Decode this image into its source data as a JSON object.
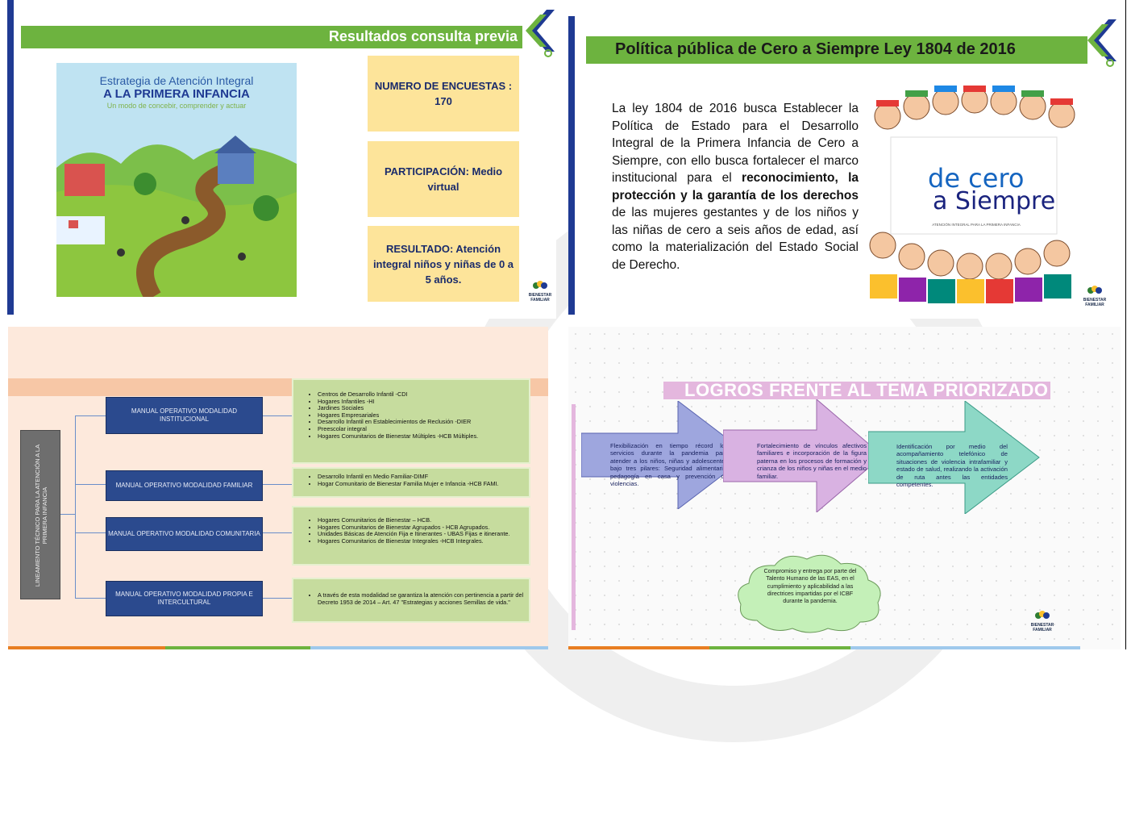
{
  "colors": {
    "brand_blue": "#1f3a93",
    "brand_green": "#6db33f",
    "yellow_box": "#fde49a",
    "manual_blue": "#2b4a8e",
    "green_box": "#c6dc9e",
    "pink_head": "#e4b7de"
  },
  "slide1": {
    "title": "Resultados consulta previa",
    "cover": {
      "line1": "Estrategia de Atención Integral",
      "line2": "A LA PRIMERA INFANCIA",
      "line3": "Un modo de concebir, comprender y actuar"
    },
    "boxes": [
      {
        "text": "NUMERO DE ENCUESTAS : 170"
      },
      {
        "text": "PARTICIPACIÓN: Medio virtual"
      },
      {
        "text": "RESULTADO: Atención integral niños y niñas de 0 a 5 años."
      }
    ],
    "logo_text": "BIENESTAR FAMILIAR"
  },
  "slide2": {
    "title": "Política pública de Cero a Siempre Ley 1804 de 2016",
    "para_before": "La ley  1804 de 2016 busca Establecer la Política de Estado para el Desarrollo Integral de la Primera Infancia de Cero a Siempre, con ello busca fortalecer el marco institucional para el ",
    "para_bold": "reconocimiento, la protección y la garantía de los derechos",
    "para_after": " de las mujeres gestantes y de los niños y las niñas de cero a seis años de edad, así como la materialización del Estado Social de Derecho.",
    "image": {
      "line1": "de cero",
      "line2": "a Siempre",
      "tagline": "ATENCIÓN INTEGRAL PARA LA PRIMERA INFANCIA"
    },
    "logo_text": "BIENESTAR FAMILIAR"
  },
  "slide3": {
    "root": "LINEAMIENTO TÉCNICO PARA LA ATENCIÓN A LA PRIMERA INFANCIA",
    "manuals": [
      {
        "label": "MANUAL OPERATIVO MODALIDAD INSTITUCIONAL",
        "items": [
          "Centros de Desarrollo Infantil -CDI",
          " Hogares Infantiles -HI",
          "Jardines Sociales",
          "Hogares Empresariales",
          "Desarrollo Infantil en Establecimientos de Reclusión -DIER",
          "Preescolar integral",
          " Hogares Comunitarios de Bienestar Múltiples -HCB Múltiples."
        ]
      },
      {
        "label": "MANUAL OPERATIVO MODALIDAD FAMILIAR",
        "items": [
          "Desarrollo Infantil en Medio Familiar-DIMF",
          "Hogar Comunitario de Bienestar Familia Mujer e Infancia -HCB FAMI."
        ]
      },
      {
        "label": "MANUAL OPERATIVO MODALIDAD COMUNITARIA",
        "items": [
          "Hogares Comunitarios de Bienestar – HCB.",
          "Hogares Comunitarios de Bienestar Agrupados - HCB Agrupados.",
          "Unidades Básicas de Atención Fija e Itinerantes - UBAS Fijas e itinerante.",
          "Hogares Comunitarios de Bienestar Integrales -HCB Integrales."
        ]
      },
      {
        "label": "MANUAL OPERATIVO MODALIDAD PROPIA E INTERCULTURAL",
        "items": [
          "A través de esta modalidad se garantiza  la atención con pertinencia a partir del Decreto 1953 de 2014 – Art. 47 \"Estrategias y acciones Semillas de vida.\""
        ]
      }
    ]
  },
  "slide4": {
    "title": "LOGROS FRENTE AL TEMA PRIORIZADO",
    "arrows": [
      {
        "text": "Flexibilización en tiempo récord los servicios durante la pandemia para atender a los niños, niñas y adolescentes bajo tres pilares: Seguridad alimentaria, pedagogía en casa  y prevención de violencias."
      },
      {
        "text": "Fortalecimiento de vínculos afectivos familiares e incorporación de la figura paterna en los procesos de formación y crianza de los niños y niñas en el medio familiar."
      },
      {
        "text": "Identificación por medio del acompañamiento telefónico de situaciones de violencia intrafamiliar y estado de salud, realizando la activación de ruta antes las entidades competentes."
      }
    ],
    "cloud": "Compromiso y entrega por parte del Talento Humano de las EAS, en el cumplimiento y aplicabilidad a las directrices impartidas por el ICBF durante la pandemia.",
    "logo_text": "BIENESTAR FAMILIAR"
  }
}
